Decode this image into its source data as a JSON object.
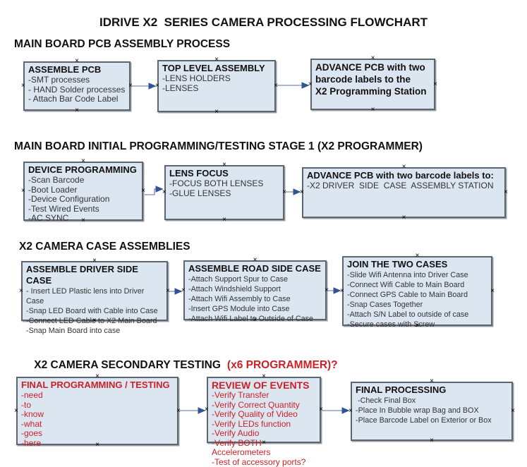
{
  "title": "IDRIVE X2  SERIES CAMERA PROCESSING FLOWCHART",
  "icons": {
    "anchor": "×"
  },
  "colors": {
    "box_fill": "#dce6f1",
    "box_border": "#5b6670",
    "red_accent": "#cc2127",
    "arrow_line": "#8da0b8",
    "arrow_head": "#2f5597",
    "text": "#111111"
  },
  "sections": [
    {
      "header": {
        "text": "MAIN BOARD PCB ASSEMBLY PROCESS"
      },
      "boxes": [
        {
          "title": "ASSEMBLE PCB",
          "items": [
            "-SMT processes",
            "- HAND Solder processes",
            "- Attach Bar Code Label"
          ]
        },
        {
          "title": "TOP LEVEL ASSEMBLY",
          "items": [
            "-LENS HOLDERS",
            "-LENSES"
          ]
        },
        {
          "title": "ADVANCE PCB with two\nbarcode labels to the\n X2 Programming Station",
          "items": []
        }
      ]
    },
    {
      "header": {
        "text": "MAIN BOARD INITIAL PROGRAMMING/TESTING STAGE 1 (X2 PROGRAMMER)"
      },
      "boxes": [
        {
          "title": "DEVICE PROGRAMMING",
          "items": [
            "-Scan Barcode",
            "-Boot Loader",
            "-Device Configuration",
            "-Test Wired Events",
            "-AC SYNC"
          ]
        },
        {
          "title": "LENS FOCUS",
          "items": [
            "-FOCUS BOTH LENSES",
            "-GLUE LENSES"
          ]
        },
        {
          "title": "ADVANCE PCB with two barcode labels to:",
          "items": [
            "-X2 DRIVER  SIDE  CASE  ASSEMBLY STATION"
          ]
        }
      ]
    },
    {
      "header": {
        "text": "X2 CAMERA CASE ASSEMBLIES"
      },
      "boxes": [
        {
          "title": "ASSEMBLE DRIVER SIDE CASE",
          "items": [
            "- Insert LED Plastic lens into Driver Case",
            "-Snap LED Board with Cable into Case",
            "-Connect LED Cable to X2 Main Board",
            "-Snap Main Board into case"
          ]
        },
        {
          "title": "ASSEMBLE ROAD SIDE CASE",
          "items": [
            "-Attach Support Spur to Case",
            "-Attach Windshield Support",
            "-Attach Wifi Assembly to Case",
            "-Insert GPS Module into Case",
            "-Attach Wifi Label to Outside of Case"
          ]
        },
        {
          "title": "JOIN THE TWO CASES",
          "items": [
            "-Slide Wifi Antenna into Driver Case",
            "-Connect Wifi Cable to Main Board",
            "-Connect GPS Cable to Main Board",
            "-Snap Cases Together",
            "-Attach S/N Label to outside of case",
            "-Secure cases with Screw"
          ]
        }
      ]
    },
    {
      "header": {
        "text": "X2 CAMERA SECONDARY TESTING",
        "suffix": "(x6 PROGRAMMER)?"
      },
      "boxes": [
        {
          "title": "FINAL PROGRAMMING / TESTING",
          "items": [
            "-need",
            "-to",
            "-know",
            "-what",
            "-goes",
            "-here"
          ]
        },
        {
          "title": "REVIEW OF EVENTS",
          "items": [
            "-Verify Transfer",
            "-Verify Correct Quantity",
            "-Verify Quality of Video",
            "-Verify LEDs function",
            "-Verify Audio",
            "-Verify BOTH Accelerometers",
            "-Test of accessory ports?"
          ]
        },
        {
          "title": "FINAL PROCESSING",
          "items": [
            " -Check Final Box",
            "-Place In Bubble wrap Bag and BOX",
            "-Place Barcode Label on Exterior or Box"
          ]
        }
      ]
    }
  ]
}
